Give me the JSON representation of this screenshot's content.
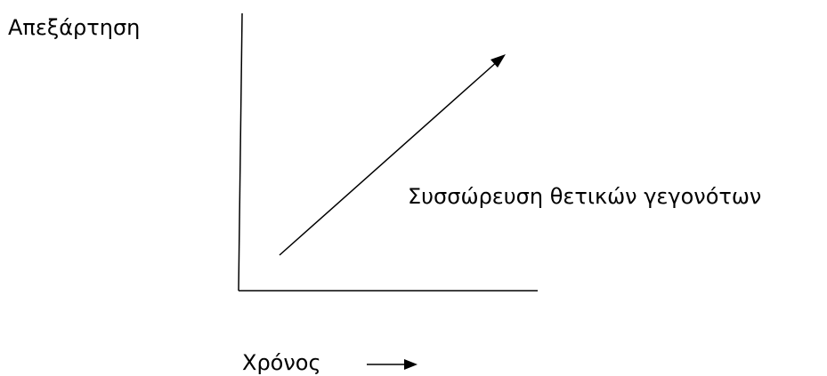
{
  "diagram": {
    "y_axis_label": "Απεξάρτηση",
    "x_axis_label": "Χρόνος",
    "curve_label": "Συσσώρευση θετικών γεγονότων",
    "line_color": "#000000",
    "background_color": "#ffffff"
  }
}
